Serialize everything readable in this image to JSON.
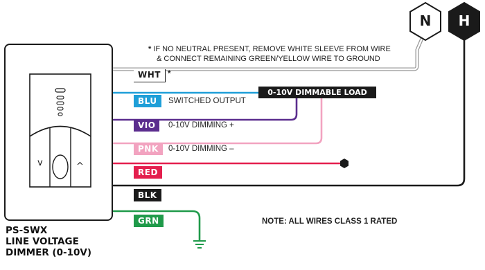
{
  "terminals": [
    {
      "label": "N",
      "fill": "#ffffff",
      "text_color": "#1a1a1a"
    },
    {
      "label": "H",
      "fill": "#1a1a1a",
      "text_color": "#ffffff"
    }
  ],
  "neutral_note": {
    "asterisk": "*",
    "line1": "IF NO NEUTRAL PRESENT, REMOVE WHITE SLEEVE FROM WIRE",
    "line2": "& CONNECT REMAINING GREEN/YELLOW WIRE TO GROUND"
  },
  "load": {
    "label": "0-10V DIMMABLE LOAD"
  },
  "wires": [
    {
      "label": "WHT",
      "color": "#ffffff",
      "text_color": "#1a1a1a",
      "description": "*"
    },
    {
      "label": "BLU",
      "color": "#1e9fd8",
      "text_color": "#ffffff",
      "description": "SWITCHED OUTPUT"
    },
    {
      "label": "VIO",
      "color": "#5b2d8e",
      "text_color": "#ffffff",
      "description": "0-10V DIMMING +"
    },
    {
      "label": "PNK",
      "color": "#f2a3c0",
      "text_color": "#ffffff",
      "description": "0-10V DIMMING –"
    },
    {
      "label": "RED",
      "color": "#e41f4e",
      "text_color": "#ffffff",
      "description": ""
    },
    {
      "label": "BLK",
      "color": "#1a1a1a",
      "text_color": "#ffffff",
      "description": ""
    },
    {
      "label": "GRN",
      "color": "#1f9a4a",
      "text_color": "#ffffff",
      "description": ""
    }
  ],
  "note": "NOTE: ALL WIRES CLASS 1 RATED",
  "device": {
    "title_lines": [
      "PS-SWX",
      "LINE VOLTAGE",
      "DIMMER (0-10V)"
    ],
    "down_symbol": "v",
    "up_symbol": "^"
  }
}
